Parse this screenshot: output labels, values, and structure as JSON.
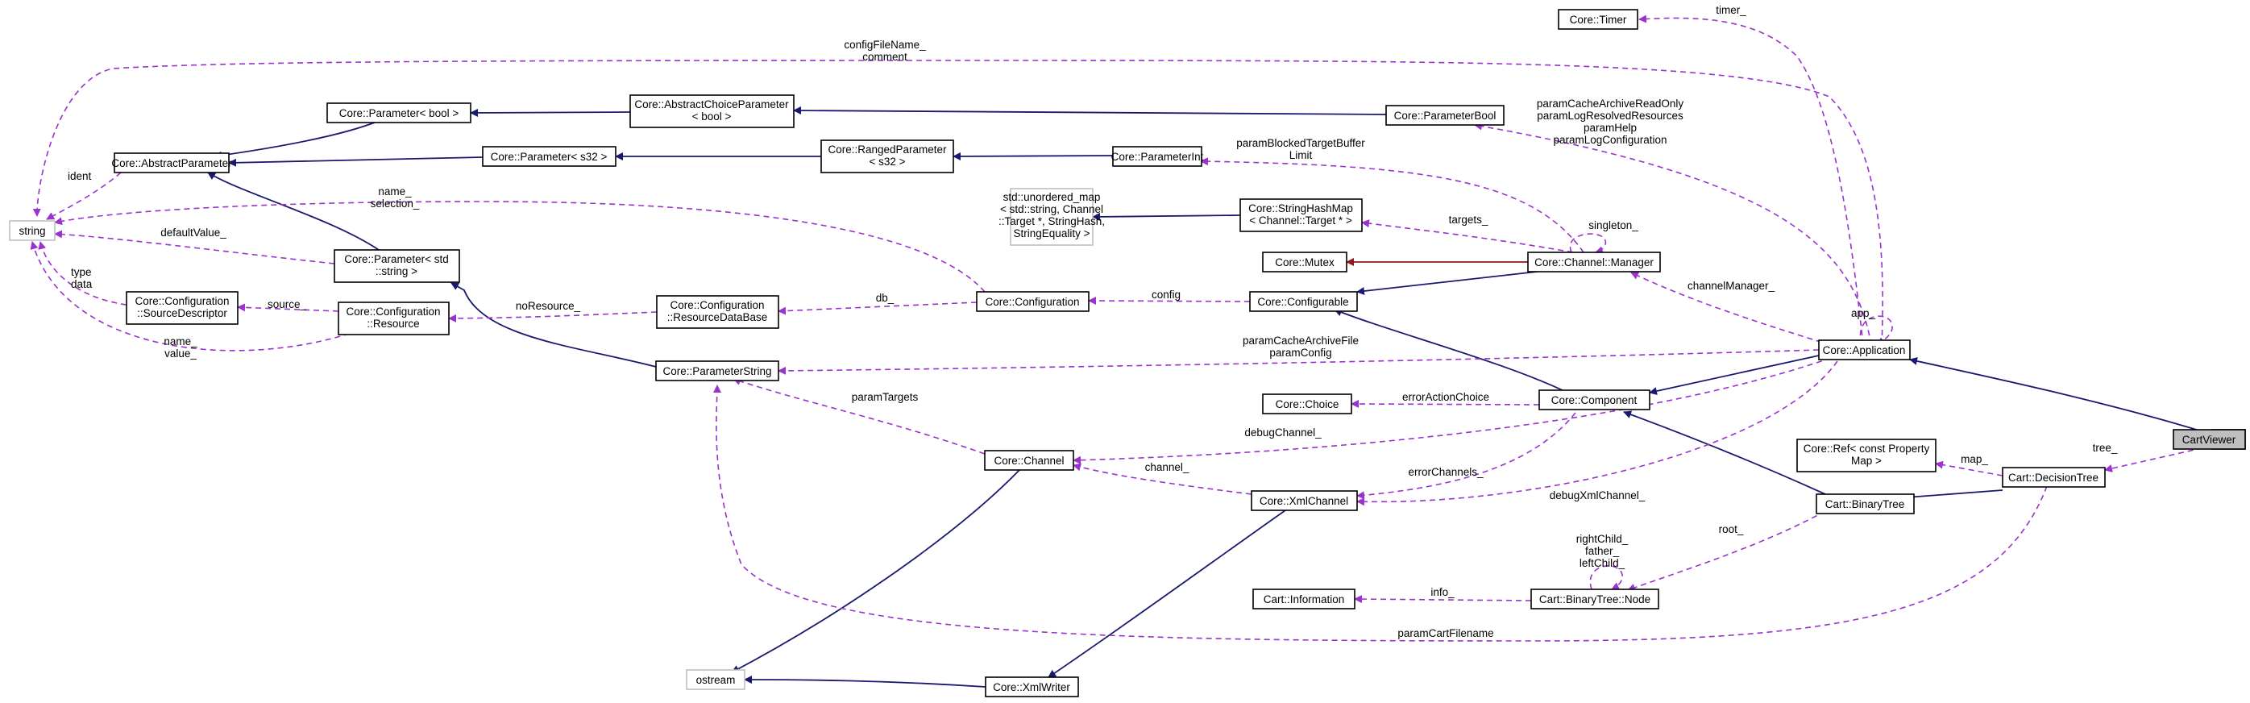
{
  "nodes": {
    "cart_viewer": [
      "CartViewer"
    ],
    "core_timer": [
      "Core::Timer"
    ],
    "core_parameter_bool": [
      "Core::ParameterBool"
    ],
    "core_abstract_choice_parameter": [
      "Core::AbstractChoiceParameter",
      "< bool >"
    ],
    "core_parameter_bool_tmpl": [
      "Core::Parameter< bool >"
    ],
    "core_abstract_parameter": [
      "Core::AbstractParameter"
    ],
    "core_parameter_s32": [
      "Core::Parameter< s32 >"
    ],
    "core_ranged_parameter": [
      "Core::RangedParameter",
      "< s32 >"
    ],
    "core_parameter_int": [
      "Core::ParameterInt"
    ],
    "string": [
      "string"
    ],
    "std_unordered_map": [
      "std::unordered_map",
      "< std::string, Channel",
      "::Target *, StringHash,",
      "StringEquality >"
    ],
    "core_string_hash_map": [
      "Core::StringHashMap",
      "< Channel::Target * >"
    ],
    "core_mutex": [
      "Core::Mutex"
    ],
    "core_channel_manager": [
      "Core::Channel::Manager"
    ],
    "core_parameter_std_string": [
      "Core::Parameter< std",
      "::string >"
    ],
    "core_configuration_source_descriptor": [
      "Core::Configuration",
      "::SourceDescriptor"
    ],
    "core_configuration_resource": [
      "Core::Configuration",
      "::Resource"
    ],
    "core_configuration_resource_database": [
      "Core::Configuration",
      "::ResourceDataBase"
    ],
    "core_configuration": [
      "Core::Configuration"
    ],
    "core_configurable": [
      "Core::Configurable"
    ],
    "core_application": [
      "Core::Application"
    ],
    "core_parameter_string": [
      "Core::ParameterString"
    ],
    "core_choice": [
      "Core::Choice"
    ],
    "core_component": [
      "Core::Component"
    ],
    "core_ref": [
      "Core::Ref< const Property",
      "Map >"
    ],
    "cart_decision_tree": [
      "Cart::DecisionTree"
    ],
    "core_channel": [
      "Core::Channel"
    ],
    "core_xml_channel": [
      "Core::XmlChannel"
    ],
    "cart_binary_tree": [
      "Cart::BinaryTree"
    ],
    "cart_information": [
      "Cart::Information"
    ],
    "cart_binary_tree_node": [
      "Cart::BinaryTree::Node"
    ],
    "ostream": [
      "ostream"
    ],
    "core_xml_writer": [
      "Core::XmlWriter"
    ]
  },
  "edge_labels": {
    "timer": [
      "timer_"
    ],
    "config_file_name": [
      "configFileName_",
      "comment"
    ],
    "param_bool_members": [
      "paramCacheArchiveReadOnly",
      "paramLogResolvedResources",
      "paramHelp",
      "paramLogConfiguration"
    ],
    "ident": [
      "ident"
    ],
    "param_blocked": [
      "paramBlockedTargetBuffer",
      "Limit"
    ],
    "name_selection": [
      "name_",
      "selection_"
    ],
    "default_value": [
      "defaultValue_"
    ],
    "singleton": [
      "singleton_"
    ],
    "targets": [
      "targets_"
    ],
    "type_data": [
      "type",
      "data"
    ],
    "source": [
      "source_"
    ],
    "no_resource": [
      "noResource_"
    ],
    "db": [
      "db_"
    ],
    "config": [
      "config"
    ],
    "channel_manager": [
      "channelManager_"
    ],
    "app": [
      "app_"
    ],
    "name_value": [
      "name_",
      "value_"
    ],
    "param_cache_archive_file": [
      "paramCacheArchiveFile",
      "paramConfig"
    ],
    "param_targets": [
      "paramTargets"
    ],
    "error_action_choice": [
      "errorActionChoice"
    ],
    "tree": [
      "tree_"
    ],
    "map": [
      "map_"
    ],
    "debug_channel": [
      "debugChannel_"
    ],
    "channel": [
      "channel_"
    ],
    "error_channels": [
      "errorChannels_"
    ],
    "debug_xml_channel": [
      "debugXmlChannel_"
    ],
    "node_children": [
      "rightChild_",
      "father_",
      "leftChild_"
    ],
    "root": [
      "root_"
    ],
    "info": [
      "info_"
    ],
    "param_cart_filename": [
      "paramCartFilename"
    ]
  },
  "colors": {
    "inheritance": "#191970",
    "private_inheritance": "#8b1a1a",
    "usage": "#9a32cd",
    "node_border": "#000000",
    "external_node_border": "#bfbfbf",
    "focus_node_fill": "#bfbfbf"
  }
}
